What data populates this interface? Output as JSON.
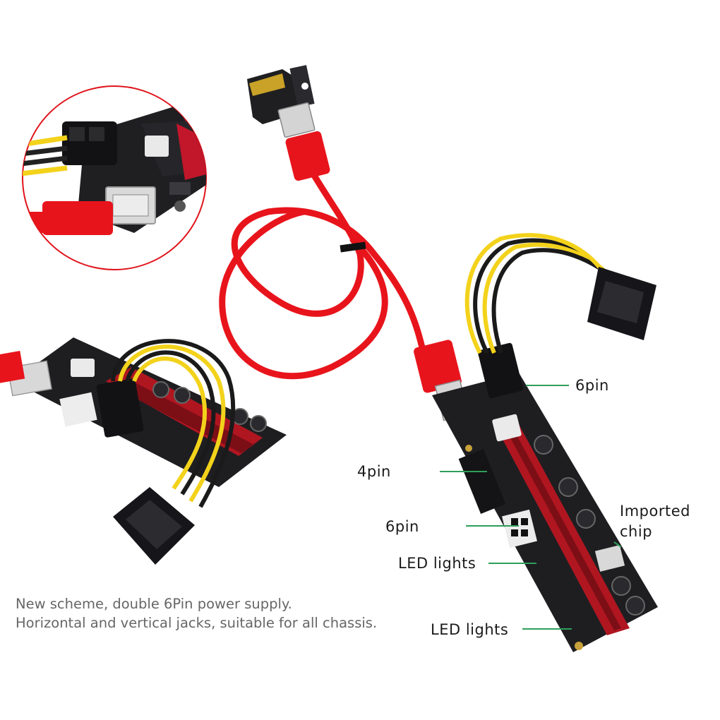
{
  "labels": {
    "six_pin_top": "6pin",
    "four_pin": "4pin",
    "six_pin_mid": "6pin",
    "imported_chip_line1": "Imported",
    "imported_chip_line2": "chip",
    "led_lights_1": "LED lights",
    "led_lights_2": "LED lights"
  },
  "caption": {
    "line1": "New scheme, double 6Pin power supply.",
    "line2": "Horizontal and vertical jacks, suitable for all chassis."
  },
  "colors": {
    "cable_red": "#e8141c",
    "pcb_black": "#1c1c1e",
    "slot_red": "#b01620",
    "wire_yellow": "#f3d21b",
    "leader_green": "#2e9e5a",
    "caption_gray": "#666666"
  }
}
